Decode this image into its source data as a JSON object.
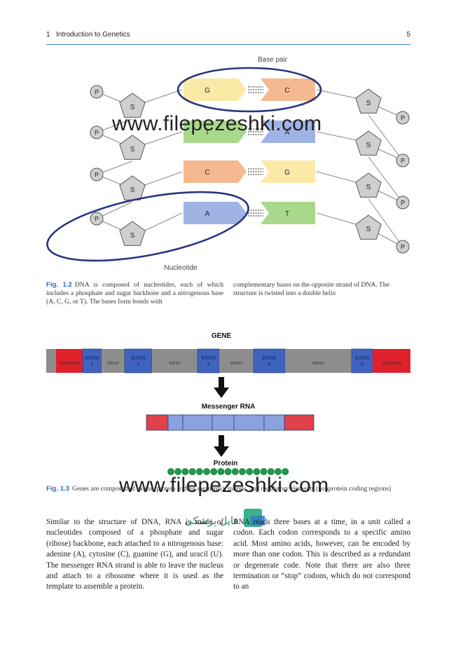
{
  "header": {
    "chapter_num": "1",
    "chapter_title": "Introduction to Genetics",
    "page_number": "5"
  },
  "fig12": {
    "base_pair_label": "Base pair",
    "nucleotide_label": "Nucleotide",
    "phosphate": "P",
    "sugar": "S",
    "pairs": [
      {
        "left": "G",
        "right": "C"
      },
      {
        "left": "T",
        "right": "A"
      },
      {
        "left": "C",
        "right": "G"
      },
      {
        "left": "A",
        "right": "T"
      }
    ],
    "colors": {
      "G": "#fbe9a6",
      "C": "#f4b98e",
      "T": "#a9d88a",
      "A": "#9fb3e4",
      "shape": "#cfcfcf",
      "ellipse": "#27367f"
    },
    "caption_label": "Fig. 1.2",
    "caption_left": "DNA is composed of nucleotides, each of which includes a phosphate and sugar backbone and a nitrogenous base (A, C, G, or T). The bases form bonds with",
    "caption_right": "complementary bases on the opposite strand of DNA. The structure is twisted into a double helix"
  },
  "fig13": {
    "gene_label": "GENE",
    "segments": [
      {
        "text": "regulatory",
        "color": "#e0212b"
      },
      {
        "text": "EXON 1",
        "color": "#3e64c0"
      },
      {
        "text": "intron",
        "color": "#8d8d8d"
      },
      {
        "text": "EXON 2",
        "color": "#3e64c0"
      },
      {
        "text": "intron",
        "color": "#8d8d8d"
      },
      {
        "text": "EXON 3",
        "color": "#3e64c0"
      },
      {
        "text": "intron",
        "color": "#8d8d8d"
      },
      {
        "text": "EXON 4",
        "color": "#3e64c0"
      },
      {
        "text": "intron",
        "color": "#8d8d8d"
      },
      {
        "text": "EXON 5",
        "color": "#3e64c0"
      },
      {
        "text": "regulatory",
        "color": "#e0212b"
      }
    ],
    "mrna_label": "Messenger RNA",
    "protein_label": "Protein",
    "mrna_colors": {
      "cap": "#e0414a",
      "exon": "#8aa3e0"
    },
    "protein_color": "#1d9a4a",
    "caption_label": "Fig. 1.3",
    "caption_text": "Genes are composed of exons (protein coding segments), introns, and regulatory elements (nonprotein coding regions)"
  },
  "body": {
    "left": "Similar to the structure of DNA, RNA is made of nucleotides composed of a phosphate and sugar (ribose) backbone, each attached to a nitrogenous base: adenine (A), cytosine (C), guanine (G), and uracil (U). The messenger RNA strand is able to leave the nucleus and attach to a ribosome where it is used as the template to assemble a protein.",
    "right": "RNA reads three bases at a time, in a unit called a codon. Each codon corresponds to a specific amino acid. Most amino acids, however, can be encoded by more than one codon. This is described as a redundant or degenerate code. Note that there are also three termination or “stop” codons, which do not correspond to an"
  },
  "watermark": {
    "text": "www.filepezeshki.com",
    "logo_text": "فایل پزشکی"
  }
}
